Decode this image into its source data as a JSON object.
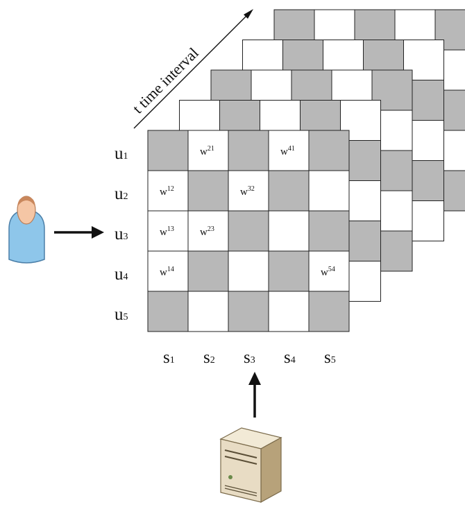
{
  "diagram": {
    "axis_label": "t time interval",
    "rows": [
      {
        "base": "u",
        "sub": "1"
      },
      {
        "base": "u",
        "sub": "2"
      },
      {
        "base": "u",
        "sub": "3"
      },
      {
        "base": "u",
        "sub": "4"
      },
      {
        "base": "u",
        "sub": "5"
      }
    ],
    "cols": [
      {
        "base": "s",
        "sub": "1"
      },
      {
        "base": "s",
        "sub": "2"
      },
      {
        "base": "s",
        "sub": "3"
      },
      {
        "base": "s",
        "sub": "4"
      },
      {
        "base": "s",
        "sub": "5"
      }
    ],
    "front_grid": [
      [
        1,
        0,
        1,
        0,
        1
      ],
      [
        0,
        1,
        0,
        1,
        0
      ],
      [
        0,
        0,
        1,
        0,
        1
      ],
      [
        0,
        1,
        0,
        1,
        0
      ],
      [
        1,
        0,
        1,
        0,
        1
      ]
    ],
    "cell_weights": [
      {
        "row": 0,
        "col": 1,
        "base": "w",
        "sup": "21"
      },
      {
        "row": 0,
        "col": 3,
        "base": "w",
        "sup": "41"
      },
      {
        "row": 1,
        "col": 0,
        "base": "w",
        "sup": "12"
      },
      {
        "row": 1,
        "col": 2,
        "base": "w",
        "sup": "32"
      },
      {
        "row": 2,
        "col": 0,
        "base": "w",
        "sup": "13"
      },
      {
        "row": 2,
        "col": 1,
        "base": "w",
        "sup": "23"
      },
      {
        "row": 3,
        "col": 0,
        "base": "w",
        "sup": "14"
      },
      {
        "row": 3,
        "col": 4,
        "base": "w",
        "sup": "54"
      }
    ],
    "layers_behind": 4,
    "colors": {
      "gray_cell": "#b8b8b8",
      "white_cell": "#ffffff",
      "grid_line": "#222222",
      "arrow": "#111111",
      "user_shirt": "#8ec6ea",
      "user_skin": "#f5c6a5",
      "server_body": "#e8dcc4"
    },
    "icons": {
      "user": "user-icon",
      "server": "server-icon"
    }
  }
}
